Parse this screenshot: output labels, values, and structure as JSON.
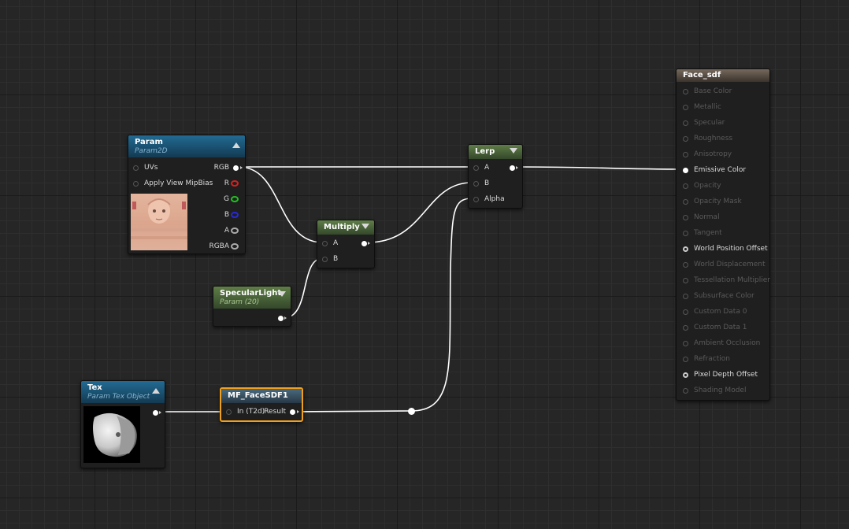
{
  "nodes": {
    "param": {
      "title": "Param",
      "subtitle": "Param2D",
      "inputs": [
        "UVs",
        "Apply View MipBias"
      ],
      "outputs": [
        "RGB",
        "R",
        "G",
        "B",
        "A",
        "RGBA"
      ]
    },
    "specular": {
      "title": "SpecularLight",
      "subtitle": "Param (20)"
    },
    "multiply": {
      "title": "Multiply",
      "inputs": [
        "A",
        "B"
      ]
    },
    "lerp": {
      "title": "Lerp",
      "inputs": [
        "A",
        "B",
        "Alpha"
      ]
    },
    "tex": {
      "title": "Tex",
      "subtitle": "Param Tex Object"
    },
    "mf": {
      "title": "MF_FaceSDF1",
      "input": "In (T2d)",
      "output": "Result"
    },
    "face": {
      "title": "Face_sdf",
      "inputs": [
        {
          "label": "Base Color",
          "active": false
        },
        {
          "label": "Metallic",
          "active": false
        },
        {
          "label": "Specular",
          "active": false
        },
        {
          "label": "Roughness",
          "active": false
        },
        {
          "label": "Anisotropy",
          "active": false
        },
        {
          "label": "Emissive Color",
          "active": true
        },
        {
          "label": "Opacity",
          "active": false
        },
        {
          "label": "Opacity Mask",
          "active": false
        },
        {
          "label": "Normal",
          "active": false
        },
        {
          "label": "Tangent",
          "active": false
        },
        {
          "label": "World Position Offset",
          "active": true
        },
        {
          "label": "World Displacement",
          "active": false
        },
        {
          "label": "Tessellation Multiplier",
          "active": false
        },
        {
          "label": "Subsurface Color",
          "active": false
        },
        {
          "label": "Custom Data 0",
          "active": false
        },
        {
          "label": "Custom Data 1",
          "active": false
        },
        {
          "label": "Ambient Occlusion",
          "active": false
        },
        {
          "label": "Refraction",
          "active": false
        },
        {
          "label": "Pixel Depth Offset",
          "active": true
        },
        {
          "label": "Shading Model",
          "active": false
        }
      ]
    }
  },
  "colors": {
    "wire": "#ffffff",
    "selection": "#f0a020",
    "texture_header": "#226b93",
    "parameter_header": "#5f7d48",
    "result_header": "#76695c"
  }
}
